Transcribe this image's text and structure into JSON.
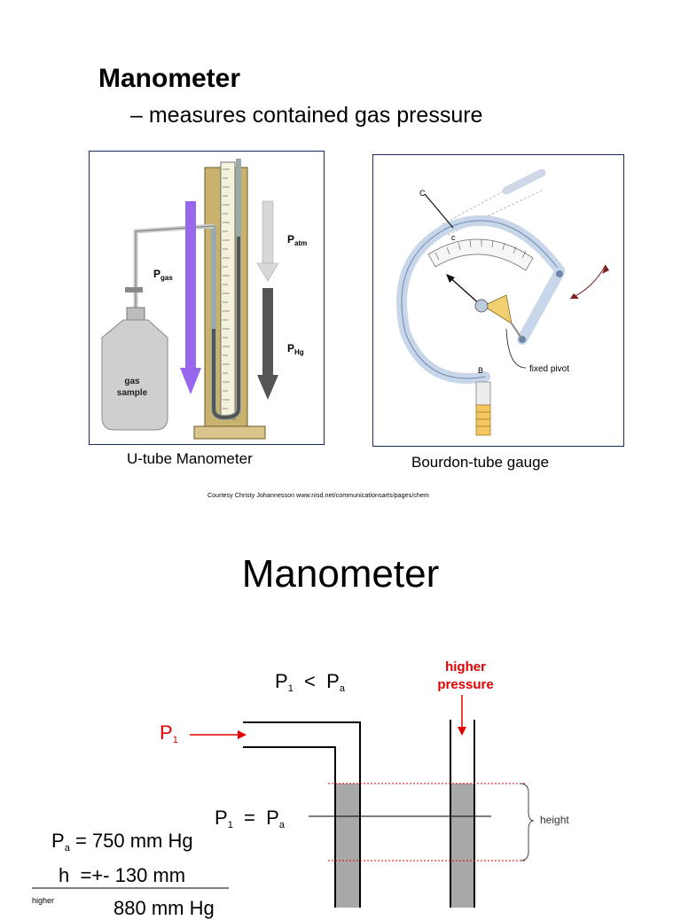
{
  "slide1": {
    "title": "Manometer",
    "subtitle_dash": "–",
    "subtitle": "measures contained gas pressure",
    "utube": {
      "caption": "U-tube Manometer",
      "p_atm": "P",
      "p_atm_sub": "atm",
      "p_gas": "P",
      "p_gas_sub": "gas",
      "p_hg": "P",
      "p_hg_sub": "Hg",
      "bottle_label_1": "gas",
      "bottle_label_2": "sample"
    },
    "bourdon": {
      "caption": "Bourdon-tube gauge",
      "label_c_outer": "C",
      "label_c_inner": "c",
      "label_b": "B",
      "fixed_pivot": "fixed pivot"
    },
    "credit": "Courtesy Christy Johannesson www.nisd.net/communicationsarts/pages/chem"
  },
  "slide2": {
    "title": "Manometer",
    "p1_lt_pa": {
      "left": "P",
      "left_sub": "1",
      "op": "<",
      "right": "P",
      "right_sub": "a"
    },
    "higher_pressure_1": "higher",
    "higher_pressure_2": "pressure",
    "p1_label": "P",
    "p1_label_sub": "1",
    "p1_eq_pa": {
      "left": "P",
      "left_sub": "1",
      "op": "=",
      "right": "P",
      "right_sub": "a"
    },
    "height_label": "height",
    "calc": {
      "pa_label": "P",
      "pa_sub": "a",
      "pa_value": "=   750 mm Hg",
      "h_label": "h",
      "h_value": "=+- 130 mm",
      "higher_label": "higher",
      "result": "880 mm Hg"
    }
  }
}
